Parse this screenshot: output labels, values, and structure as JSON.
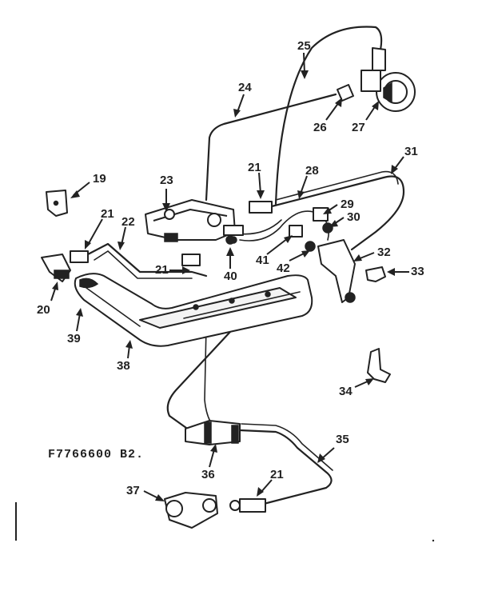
{
  "figure_id": "F7766600 B2.",
  "callouts": [
    "19",
    "20",
    "21",
    "22",
    "23",
    "24",
    "25",
    "26",
    "27",
    "28",
    "29",
    "30",
    "31",
    "32",
    "33",
    "34",
    "35",
    "36",
    "37",
    "38",
    "39",
    "40",
    "41",
    "42"
  ]
}
